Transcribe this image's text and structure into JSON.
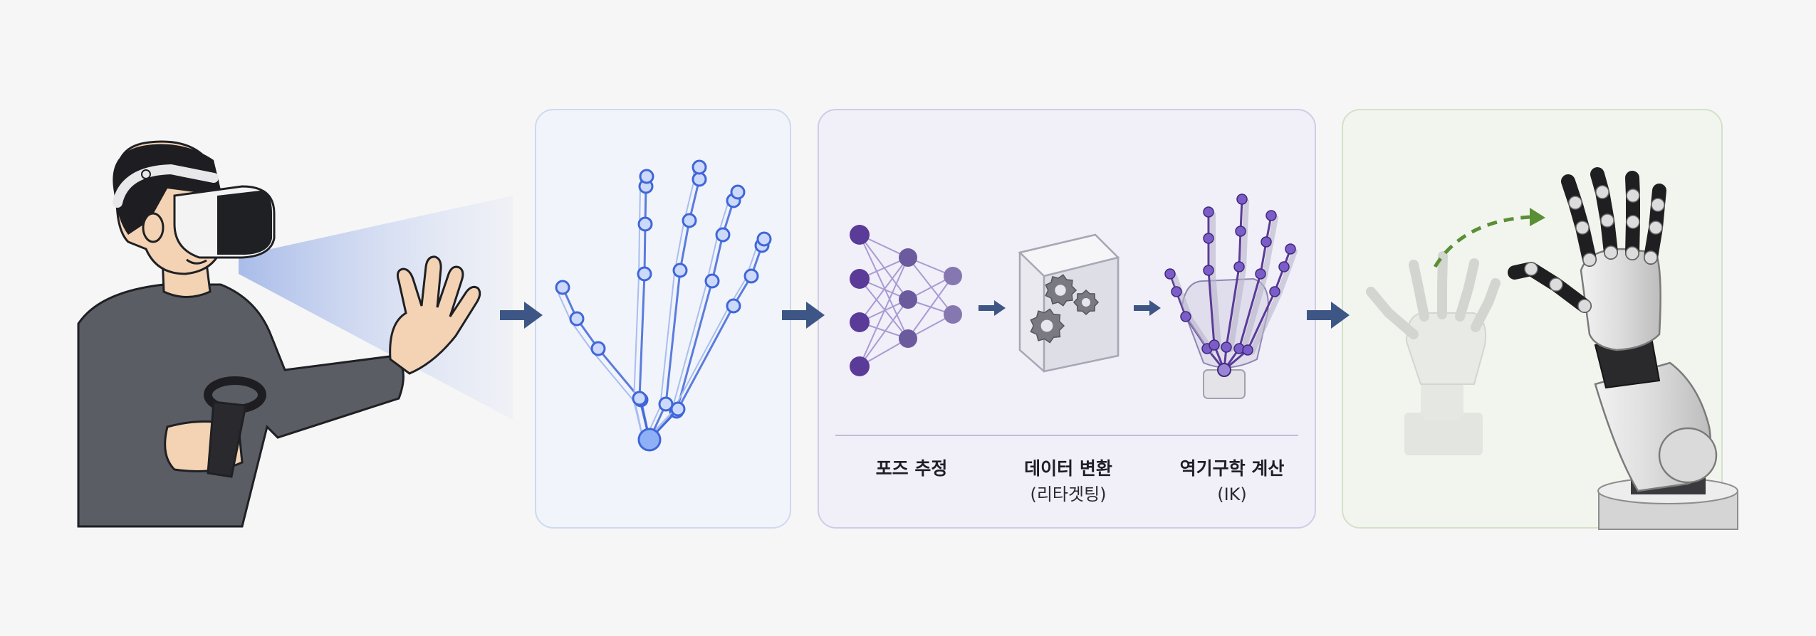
{
  "steps": [
    {
      "title": "포즈 추정",
      "subtitle": ""
    },
    {
      "title": "데이터 변환",
      "subtitle": "(리타겟팅)"
    },
    {
      "title": "역기구학 계산",
      "subtitle": "(IK)"
    }
  ],
  "colors": {
    "arrow": "#3d5685",
    "tracking_blue": "#3f66d8",
    "network_purple": "#5a3b98",
    "robot_arrow_green": "#5a8f35"
  }
}
